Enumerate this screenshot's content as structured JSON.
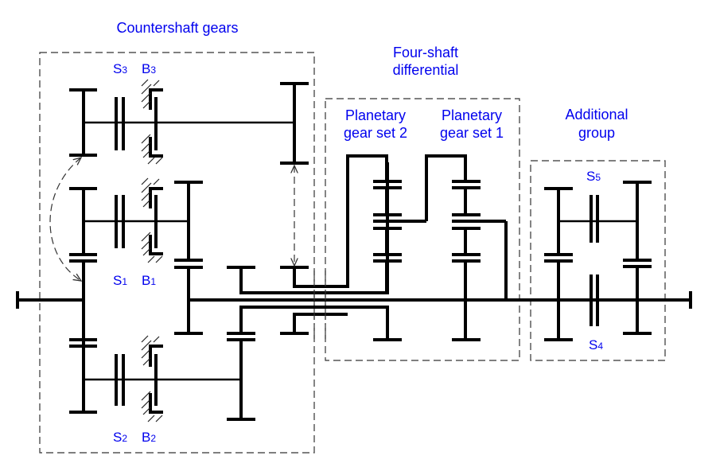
{
  "diagram": {
    "type": "transmission-schematic",
    "groups": {
      "countershaft": {
        "title": "Countershaft gears"
      },
      "differential": {
        "title_line1": "Four-shaft",
        "title_line2": "differential"
      },
      "planetary2": {
        "line1": "Planetary",
        "line2": "gear set 2"
      },
      "planetary1": {
        "line1": "Planetary",
        "line2": "gear set 1"
      },
      "additional": {
        "title_line1": "Additional",
        "title_line2": "group"
      }
    },
    "symbols": {
      "S3": {
        "letter": "S",
        "sub": "3"
      },
      "B3": {
        "letter": "B",
        "sub": "3"
      },
      "S1": {
        "letter": "S",
        "sub": "1"
      },
      "B1": {
        "letter": "B",
        "sub": "1"
      },
      "S2": {
        "letter": "S",
        "sub": "2"
      },
      "B2": {
        "letter": "B",
        "sub": "2"
      },
      "S5": {
        "letter": "S",
        "sub": "5"
      },
      "S4": {
        "letter": "S",
        "sub": "4"
      }
    },
    "colors": {
      "label": "#0000ee",
      "line": "#000000",
      "dash": "#333333"
    }
  }
}
